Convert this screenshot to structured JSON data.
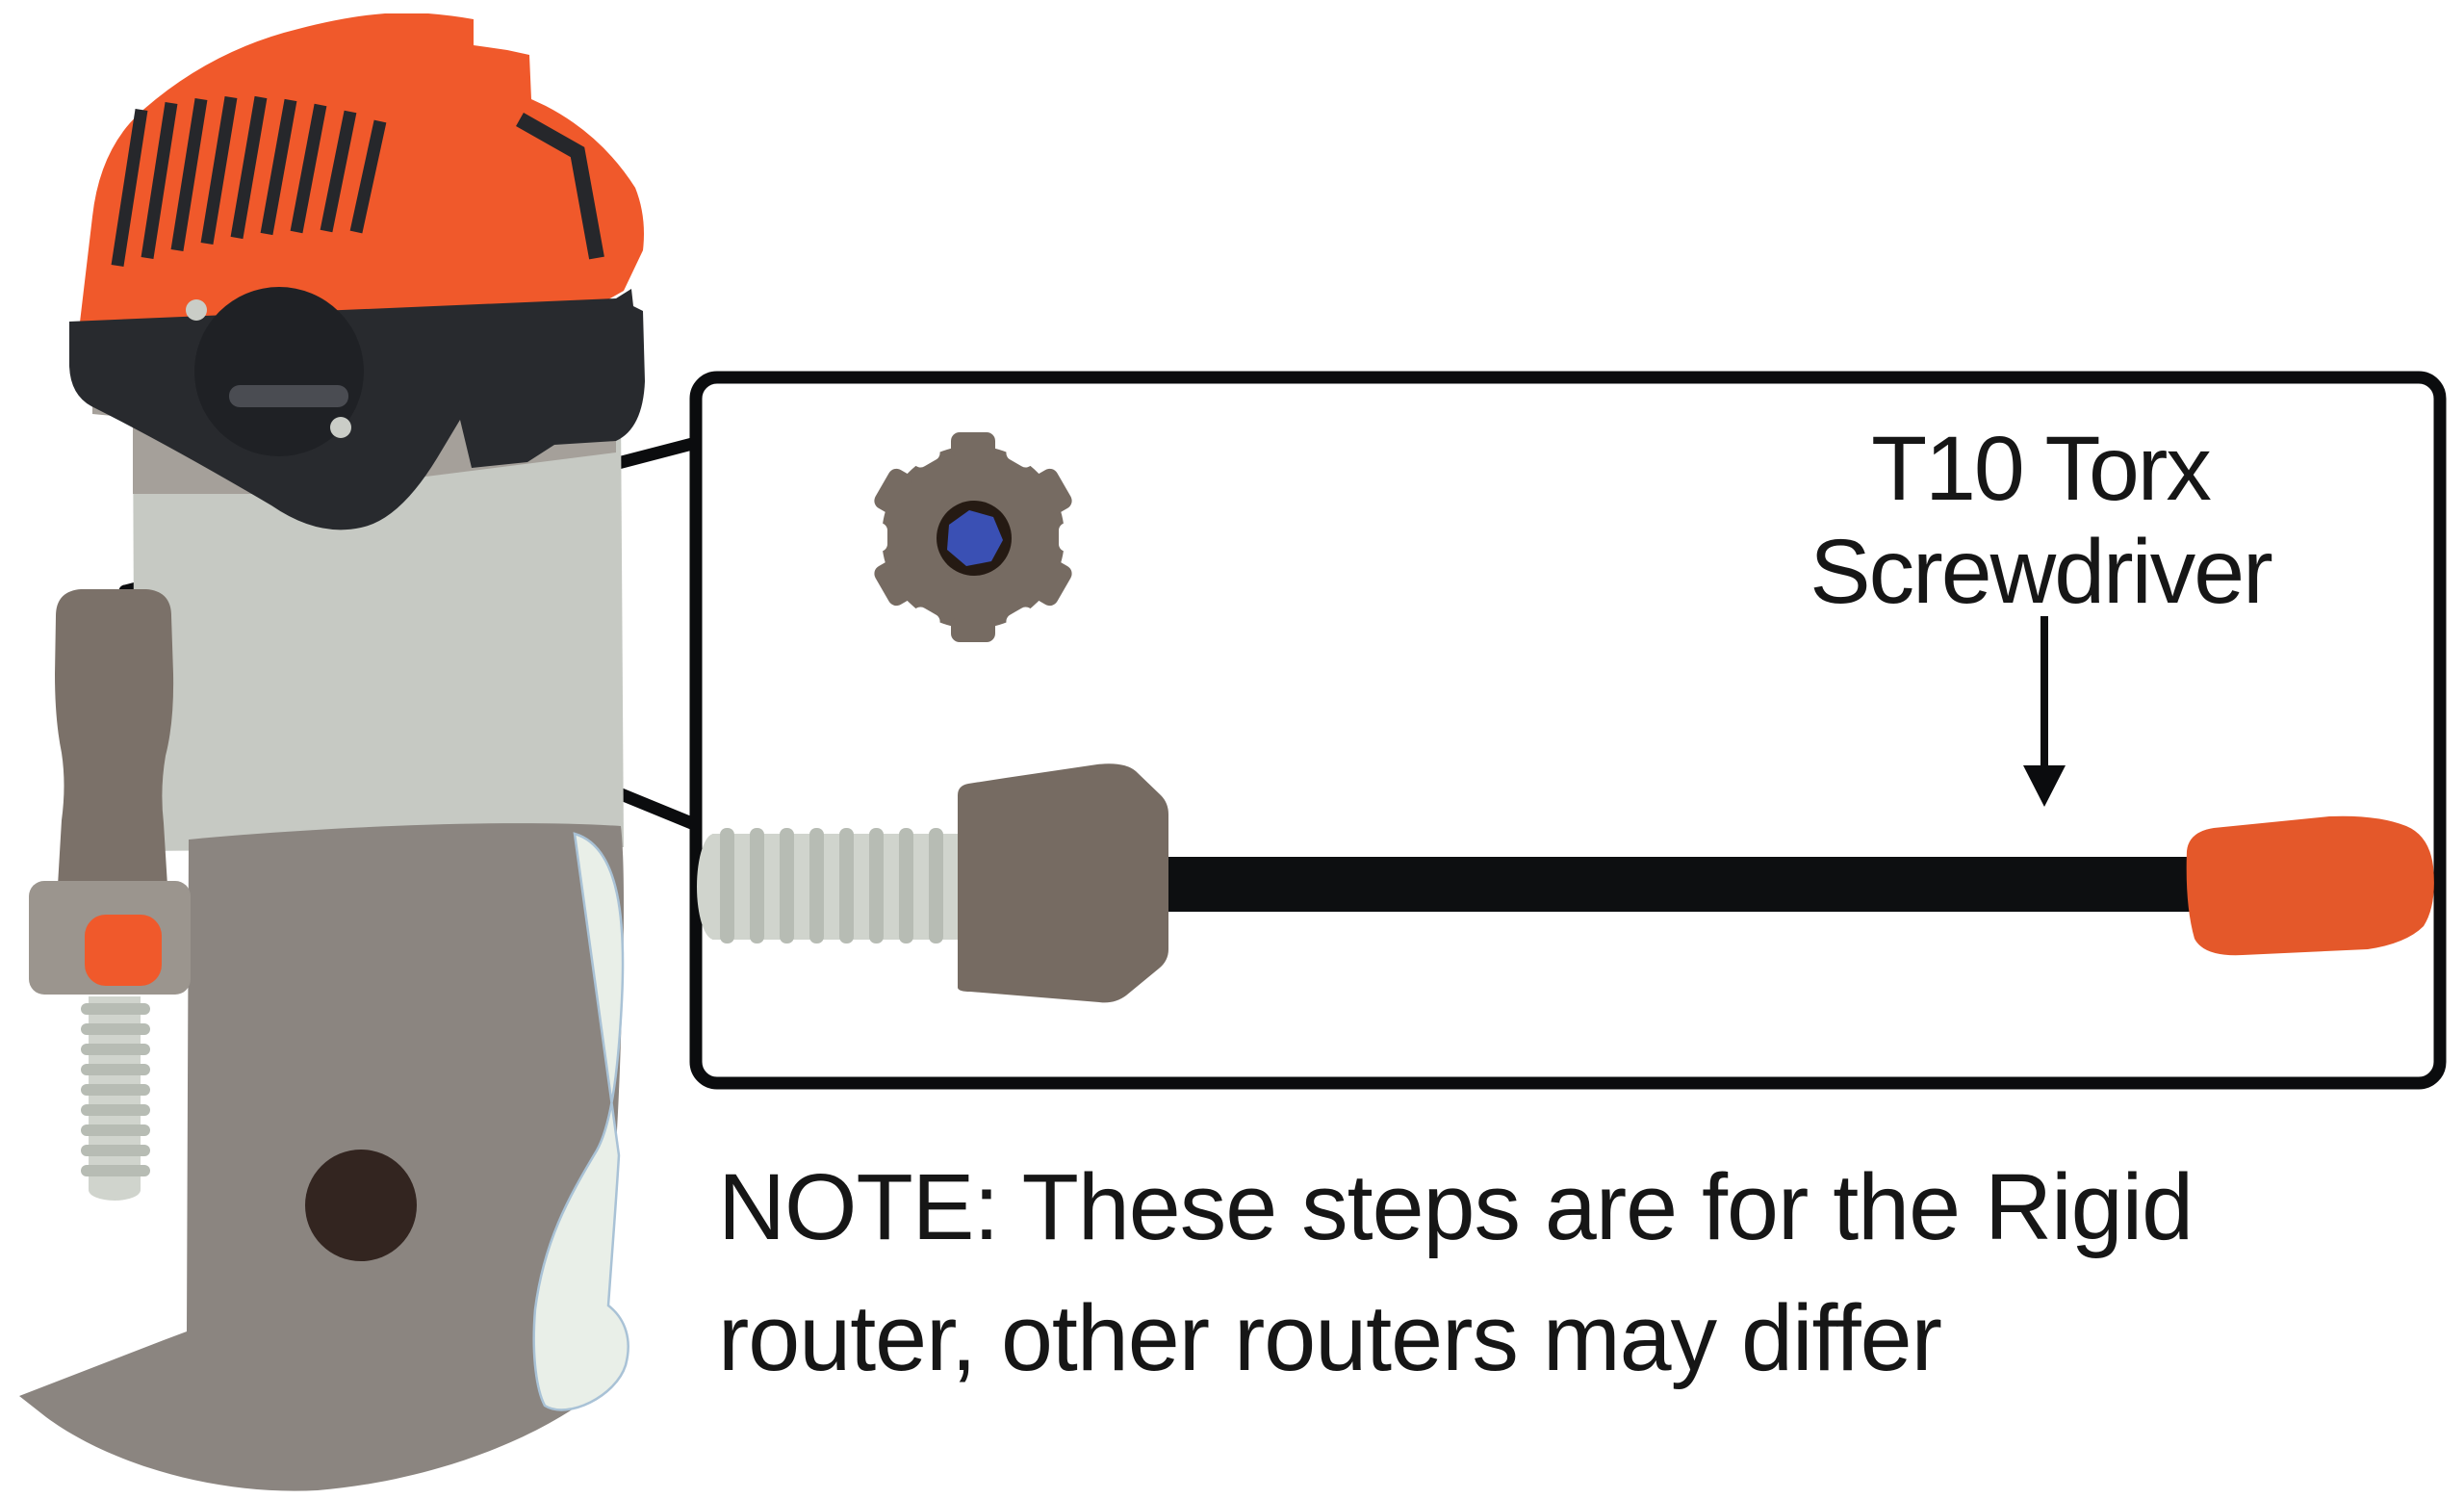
{
  "illustration": {
    "type": "instructional-diagram",
    "subject": "trim router bit-change step",
    "callout_label": {
      "line1": "T10 Torx",
      "line2": "Screwdriver"
    },
    "note": {
      "line1": "NOTE: These steps are for the Rigid",
      "line2": "router, other routers may differ"
    }
  },
  "palette": {
    "background": "#FFFFFF",
    "ink": "#0B0C0E",
    "text": "#161616",
    "orange": "#F0592B",
    "orange_handle": "#E4582A",
    "vent_dark": "#26272B",
    "band_dark": "#282A2E",
    "band_circle": "#1F2125",
    "band_slot": "#4A4C52",
    "dot_light": "#CACDC7",
    "body_light": "#C6C9C3",
    "body_medium": "#A5A09A",
    "body_dark": "#8B8580",
    "knob_brown": "#7B7169",
    "clamp_gray": "#9B958E",
    "thread_light": "#D0D4CD",
    "thread_rib": "#B7BCB4",
    "screw_head": "#766B62",
    "torx_ring": "#251A13",
    "torx_blue": "#3A50B4",
    "shaft_black": "#0D0F11",
    "pale_highlight": "#E9EFE8",
    "pale_outline": "#A9C2D6",
    "hole_brown": "#332520"
  }
}
